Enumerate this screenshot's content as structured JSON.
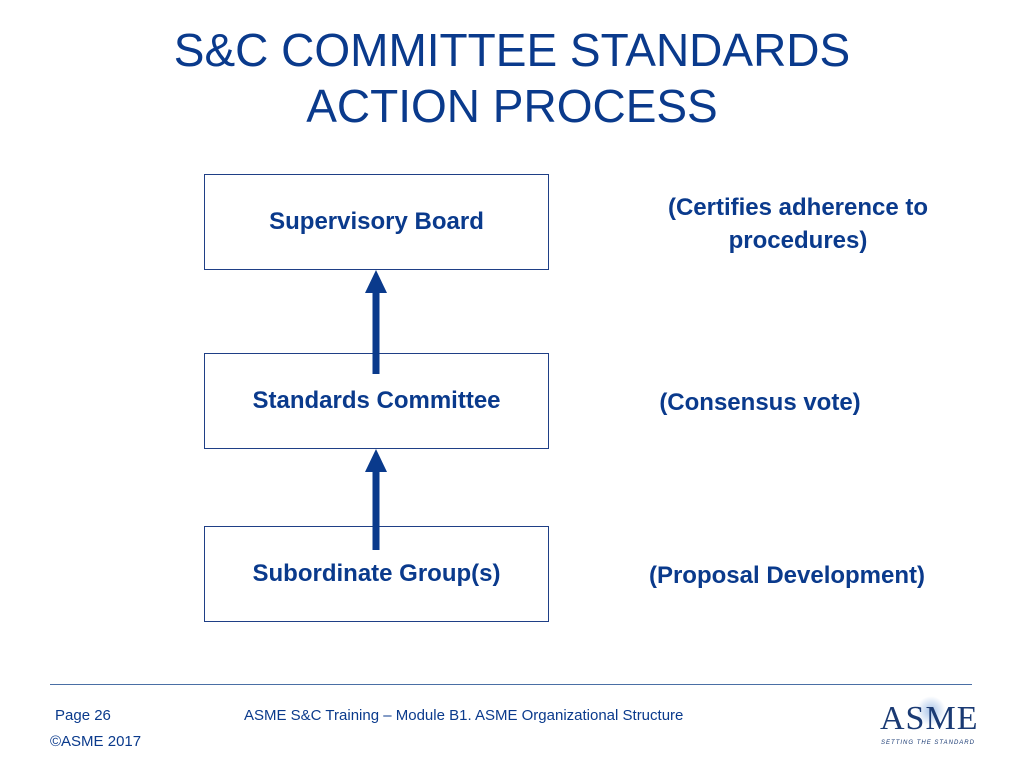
{
  "title": {
    "line1": "S&C COMMITTEE STANDARDS",
    "line2": "ACTION PROCESS"
  },
  "boxes": {
    "supervisory_board": "Supervisory Board",
    "standards_committee": "Standards Committee",
    "subordinate_groups": "Subordinate Group(s)"
  },
  "notes": {
    "supervisory_line1": "(Certifies adherence to",
    "supervisory_line2": "procedures)",
    "standards": "(Consensus vote)",
    "subordinate": "(Proposal Development)"
  },
  "footer": {
    "page": "Page 26",
    "copyright": "©ASME 2017",
    "course": "ASME S&C Training – Module B1. ASME Organizational  Structure"
  },
  "logo": {
    "word": "ASME",
    "tagline": "SETTING THE STANDARD"
  },
  "colors": {
    "text": "#0a3a8c",
    "arrow": "#0a3a8c",
    "box_border": "#1f3f86",
    "rule": "#4a6fa5"
  }
}
